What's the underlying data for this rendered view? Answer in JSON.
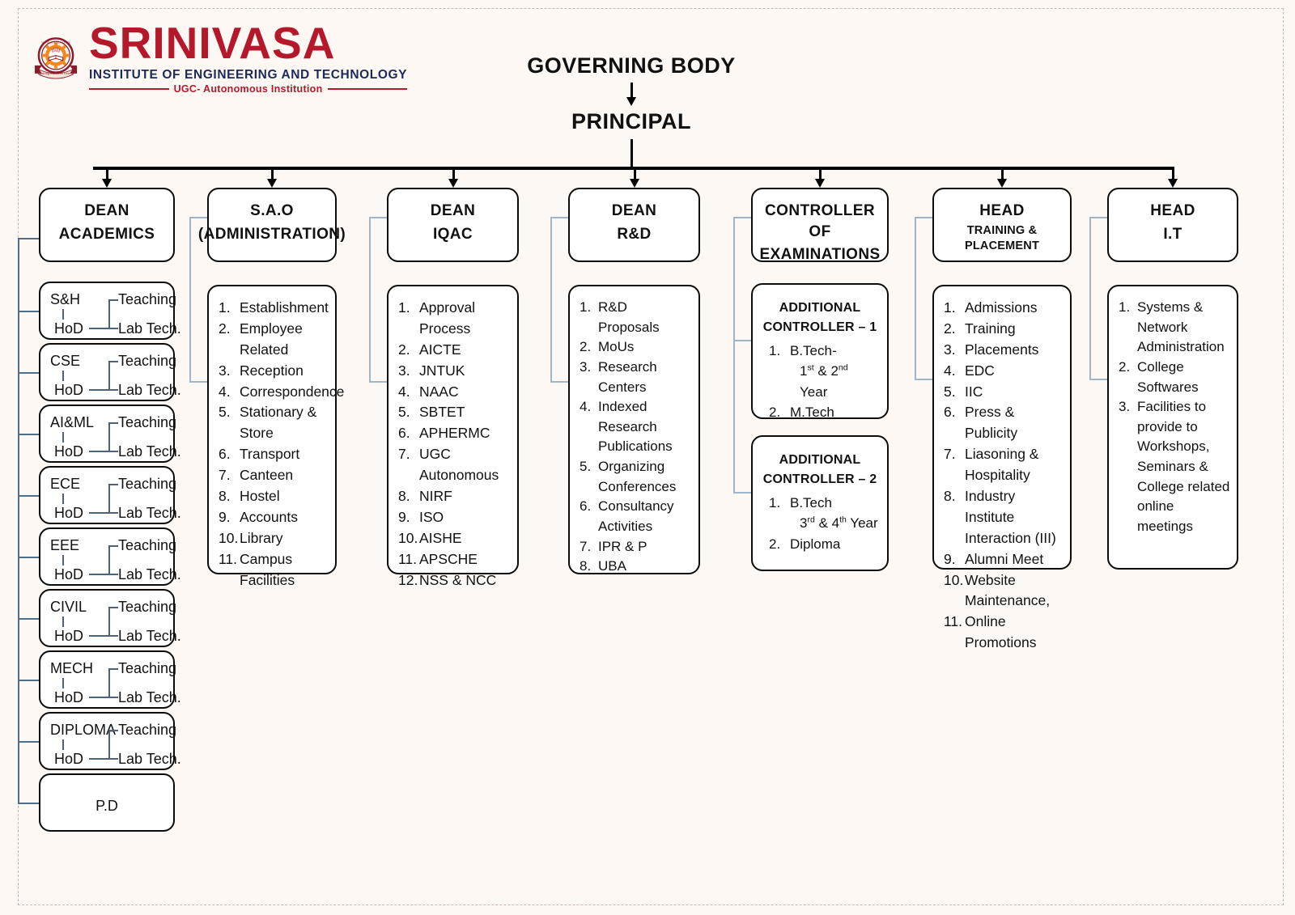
{
  "brand": {
    "name": "SRINIVASA",
    "line2": "INSTITUTE OF ENGINEERING AND TECHNOLOGY",
    "line3": "UGC- Autonomous Institution",
    "logo_icon": "college-crest-icon",
    "accent_red": "#b5182b",
    "accent_navy": "#1b2a5a"
  },
  "top": {
    "governing_body": "GOVERNING BODY",
    "principal": "PRINCIPAL"
  },
  "columns": [
    {
      "id": "dean-academics",
      "header_line1": "DEAN",
      "header_line2": "ACADEMICS",
      "type": "departments",
      "departments": [
        {
          "name": "S&H",
          "hod": "HoD",
          "teaching": "Teaching",
          "lab": "Lab Tech."
        },
        {
          "name": "CSE",
          "hod": "HoD",
          "teaching": "Teaching",
          "lab": "Lab Tech."
        },
        {
          "name": "AI&ML",
          "hod": "HoD",
          "teaching": "Teaching",
          "lab": "Lab Tech."
        },
        {
          "name": "ECE",
          "hod": "HoD",
          "teaching": "Teaching",
          "lab": "Lab Tech."
        },
        {
          "name": "EEE",
          "hod": "HoD",
          "teaching": "Teaching",
          "lab": "Lab Tech."
        },
        {
          "name": "CIVIL",
          "hod": "HoD",
          "teaching": "Teaching",
          "lab": "Lab Tech."
        },
        {
          "name": "MECH",
          "hod": "HoD",
          "teaching": "Teaching",
          "lab": "Lab Tech."
        },
        {
          "name": "DIPLOMA",
          "hod": "HoD",
          "teaching": "Teaching",
          "lab": "Lab Tech."
        }
      ],
      "extra_box": "P.D"
    },
    {
      "id": "sao",
      "header_line1": "S.A.O",
      "header_line2": "(ADMINISTRATION)",
      "type": "list",
      "items": [
        "Establishment",
        "Employee Related",
        "Reception",
        "Correspondence",
        "Stationary & Store",
        "Transport",
        "Canteen",
        "Hostel",
        "Accounts",
        "Library",
        "Campus Facilities"
      ]
    },
    {
      "id": "dean-iqac",
      "header_line1": "DEAN",
      "header_line2": "IQAC",
      "type": "list",
      "items": [
        "Approval Process",
        "AICTE",
        "JNTUK",
        "NAAC",
        "SBTET",
        "APHERMC",
        "UGC Autonomous",
        "NIRF",
        "ISO",
        "AISHE",
        "APSCHE",
        "NSS & NCC"
      ]
    },
    {
      "id": "dean-rnd",
      "header_line1": "DEAN",
      "header_line2": "R&D",
      "type": "list",
      "items": [
        "R&D Proposals",
        "MoUs",
        "Research Centers",
        "Indexed Research Publications",
        "Organizing Conferences",
        "Consultancy Activities",
        "IPR & P",
        "UBA"
      ]
    },
    {
      "id": "controller-exams",
      "header_line1": "CONTROLLER OF",
      "header_line2": "EXAMINATIONS",
      "type": "controllers",
      "controllers": [
        {
          "title_line1": "ADDITIONAL",
          "title_line2": "CONTROLLER – 1",
          "items": [
            {
              "main": "B.Tech-",
              "second_pre": "1",
              "second_sup1": "st",
              "second_mid": " & 2",
              "second_sup2": "nd",
              "second_post": " Year"
            },
            {
              "main": "M.Tech"
            }
          ]
        },
        {
          "title_line1": "ADDITIONAL",
          "title_line2": "CONTROLLER – 2",
          "items": [
            {
              "main": "B.Tech",
              "second_pre": "3",
              "second_sup1": "rd",
              "second_mid": " & 4",
              "second_sup2": "th",
              "second_post": " Year"
            },
            {
              "main": "Diploma"
            }
          ]
        }
      ]
    },
    {
      "id": "head-tnp",
      "header_line1": "HEAD",
      "header_line2": "TRAINING & PLACEMENT",
      "header2_small": true,
      "type": "list",
      "items": [
        "Admissions",
        "Training",
        "Placements",
        "EDC",
        "IIC",
        "Press & Publicity",
        "Liasoning & Hospitality",
        "Industry Institute Interaction (III)",
        "Alumni Meet",
        "Website Maintenance,",
        "Online Promotions"
      ]
    },
    {
      "id": "head-it",
      "header_line1": "HEAD",
      "header_line2": "I.T",
      "type": "list",
      "items": [
        "Systems & Network Administration",
        "College Softwares",
        "Facilities to provide to Workshops, Seminars & College related online meetings"
      ]
    }
  ]
}
